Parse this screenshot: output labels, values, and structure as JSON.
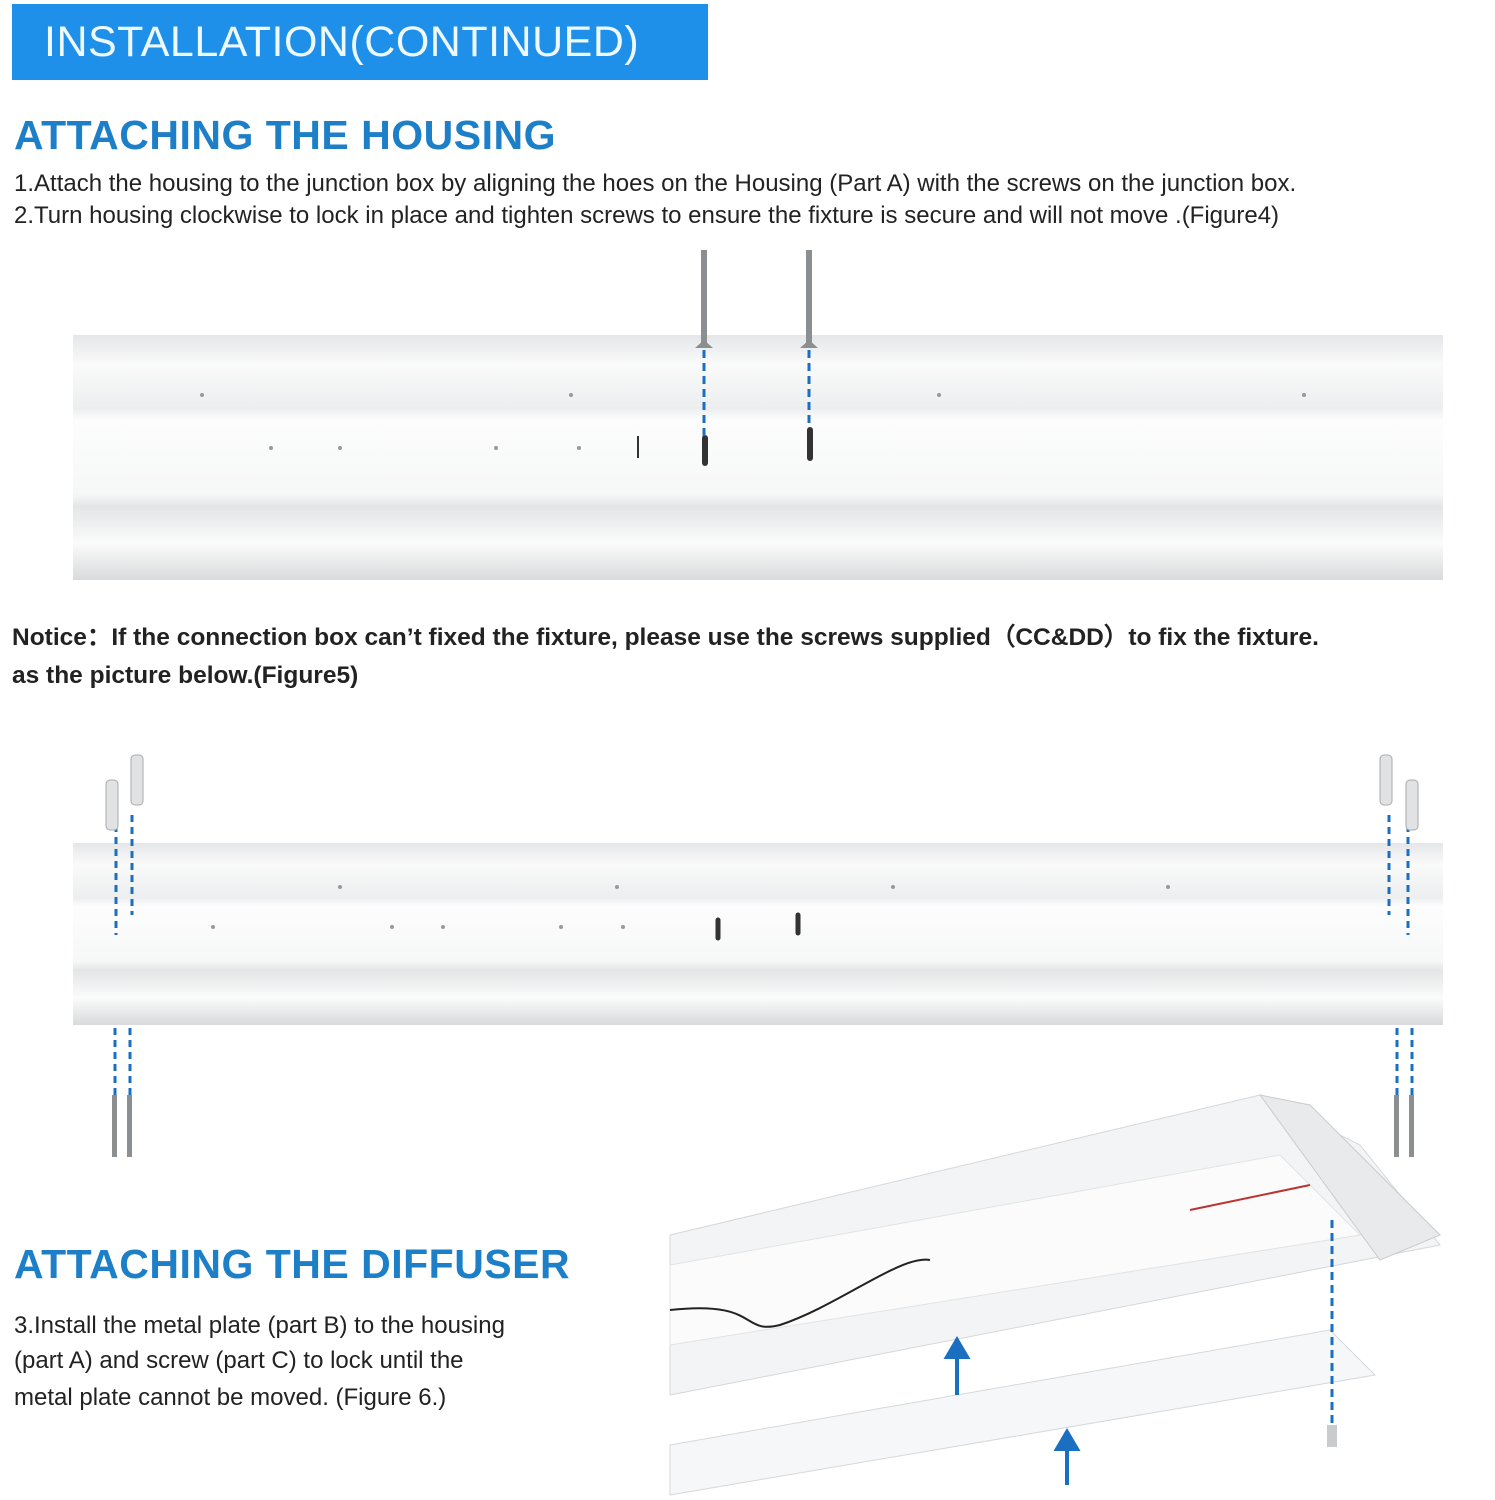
{
  "banner": {
    "title": "INSTALLATION(CONTINUED)"
  },
  "housing": {
    "heading": "ATTACHING THE HOUSING",
    "steps": [
      "1.Attach the housing to the junction box by aligning the hoes on the Housing (Part A) with the screws on the junction box.",
      "2.Turn housing clockwise to lock in place and tighten screws to ensure the fixture is secure and will not move .(Figure4)"
    ]
  },
  "notice": {
    "lines": [
      "Notice：If the connection box can’t fixed the fixture, please use the screws supplied（CC&DD）to fix the fixture.",
      "as the picture below.(Figure5)"
    ]
  },
  "diffuser": {
    "heading": "ATTACHING THE DIFFUSER",
    "lines": [
      "3.Install the metal plate (part B) to the housing",
      "(part A) and screw (part C) to lock until the",
      "metal plate cannot be moved. (Figure 6.)"
    ]
  },
  "colors": {
    "banner": "#1e90ea",
    "heading": "#1c7fc7",
    "guide": "#1a6fc0"
  }
}
